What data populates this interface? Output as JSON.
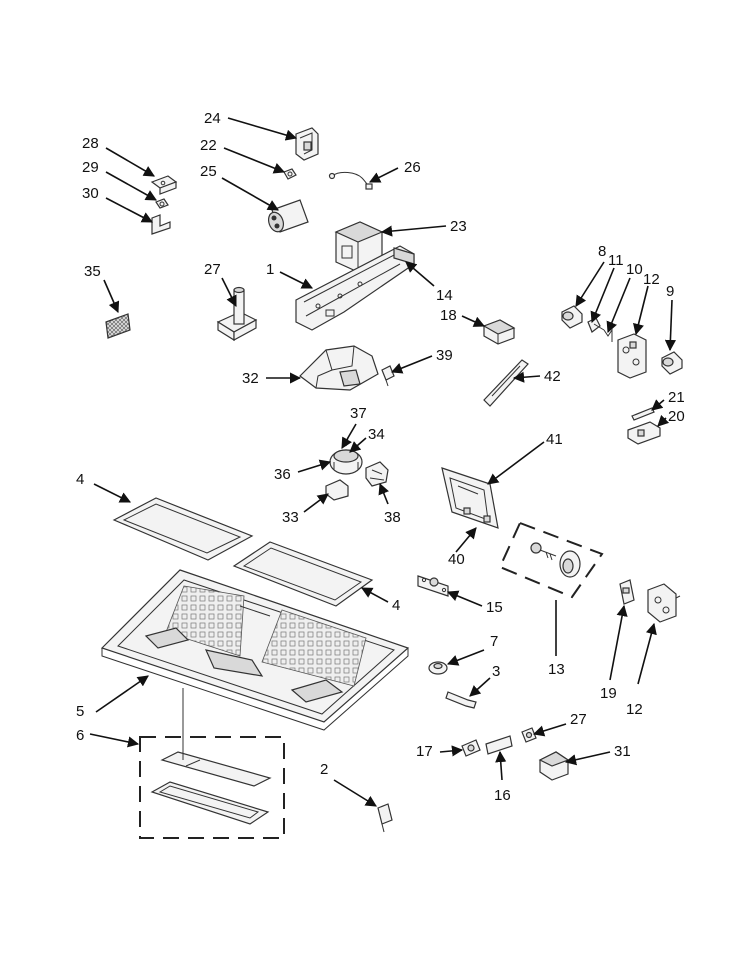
{
  "callouts": [
    {
      "id": "c24a",
      "text": "24"
    },
    {
      "id": "c22",
      "text": "22"
    },
    {
      "id": "c25",
      "text": "25"
    },
    {
      "id": "c26",
      "text": "26"
    },
    {
      "id": "c28",
      "text": "28"
    },
    {
      "id": "c29",
      "text": "29"
    },
    {
      "id": "c30",
      "text": "30"
    },
    {
      "id": "c23",
      "text": "23"
    },
    {
      "id": "c27a",
      "text": "27"
    },
    {
      "id": "c1",
      "text": "1"
    },
    {
      "id": "c14",
      "text": "14"
    },
    {
      "id": "c35",
      "text": "35"
    },
    {
      "id": "c8",
      "text": "8"
    },
    {
      "id": "c11",
      "text": "11"
    },
    {
      "id": "c10",
      "text": "10"
    },
    {
      "id": "c12a",
      "text": "12"
    },
    {
      "id": "c9",
      "text": "9"
    },
    {
      "id": "c18",
      "text": "18"
    },
    {
      "id": "c32",
      "text": "32"
    },
    {
      "id": "c39",
      "text": "39"
    },
    {
      "id": "c42",
      "text": "42"
    },
    {
      "id": "c21",
      "text": "21"
    },
    {
      "id": "c20",
      "text": "20"
    },
    {
      "id": "c37",
      "text": "37"
    },
    {
      "id": "c34",
      "text": "34"
    },
    {
      "id": "c36",
      "text": "36"
    },
    {
      "id": "c41",
      "text": "41"
    },
    {
      "id": "c33",
      "text": "33"
    },
    {
      "id": "c38",
      "text": "38"
    },
    {
      "id": "c4a",
      "text": "4"
    },
    {
      "id": "c40",
      "text": "40"
    },
    {
      "id": "c4b",
      "text": "4"
    },
    {
      "id": "c15",
      "text": "15"
    },
    {
      "id": "c13",
      "text": "13"
    },
    {
      "id": "c7",
      "text": "7"
    },
    {
      "id": "c3",
      "text": "3"
    },
    {
      "id": "c19",
      "text": "19"
    },
    {
      "id": "c12b",
      "text": "12"
    },
    {
      "id": "c5",
      "text": "5"
    },
    {
      "id": "c6",
      "text": "6"
    },
    {
      "id": "c27b",
      "text": "27"
    },
    {
      "id": "c2",
      "text": "2"
    },
    {
      "id": "c17",
      "text": "17"
    },
    {
      "id": "c31",
      "text": "31"
    },
    {
      "id": "c16",
      "text": "16"
    }
  ]
}
